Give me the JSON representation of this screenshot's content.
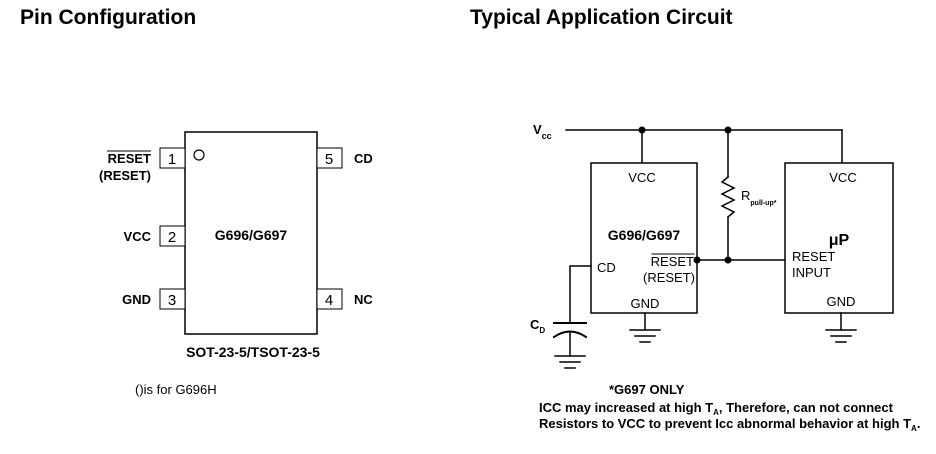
{
  "headings": {
    "pin_config": "Pin Configuration",
    "app_circuit": "Typical Application Circuit"
  },
  "pin_diagram": {
    "chip_name": "G696/G697",
    "package": "SOT-23-5/TSOT-23-5",
    "footnote": "()is for G696H",
    "pins": [
      {
        "number": "1",
        "label": "RESET",
        "label_alt": "(RESET)"
      },
      {
        "number": "2",
        "label": "VCC"
      },
      {
        "number": "3",
        "label": "GND"
      },
      {
        "number": "4",
        "label": "NC"
      },
      {
        "number": "5",
        "label": "CD"
      }
    ]
  },
  "app_circuit": {
    "vcc_rail": "V",
    "vcc_rail_sub": "cc",
    "chip": {
      "name": "G696/G697",
      "vcc": "VCC",
      "cd": "CD",
      "reset": "RESET",
      "reset_alt": "(RESET)",
      "gnd": "GND"
    },
    "resistor": {
      "label": "R",
      "label_sub": "pull-up*"
    },
    "capacitor": {
      "label": "C",
      "label_sub": "D"
    },
    "micro": {
      "name": "μP",
      "vcc": "VCC",
      "reset_input_1": "RESET",
      "reset_input_2": "INPUT",
      "gnd": "GND"
    },
    "notes": {
      "line1": "*G697 ONLY",
      "line2_a": "ICC may increased at high T",
      "line2_sub": "A",
      "line2_b": ", Therefore, can not connect",
      "line3_a": "Resistors to VCC to prevent Icc abnormal behavior at high T",
      "line3_sub": "A",
      "line3_b": "."
    }
  }
}
